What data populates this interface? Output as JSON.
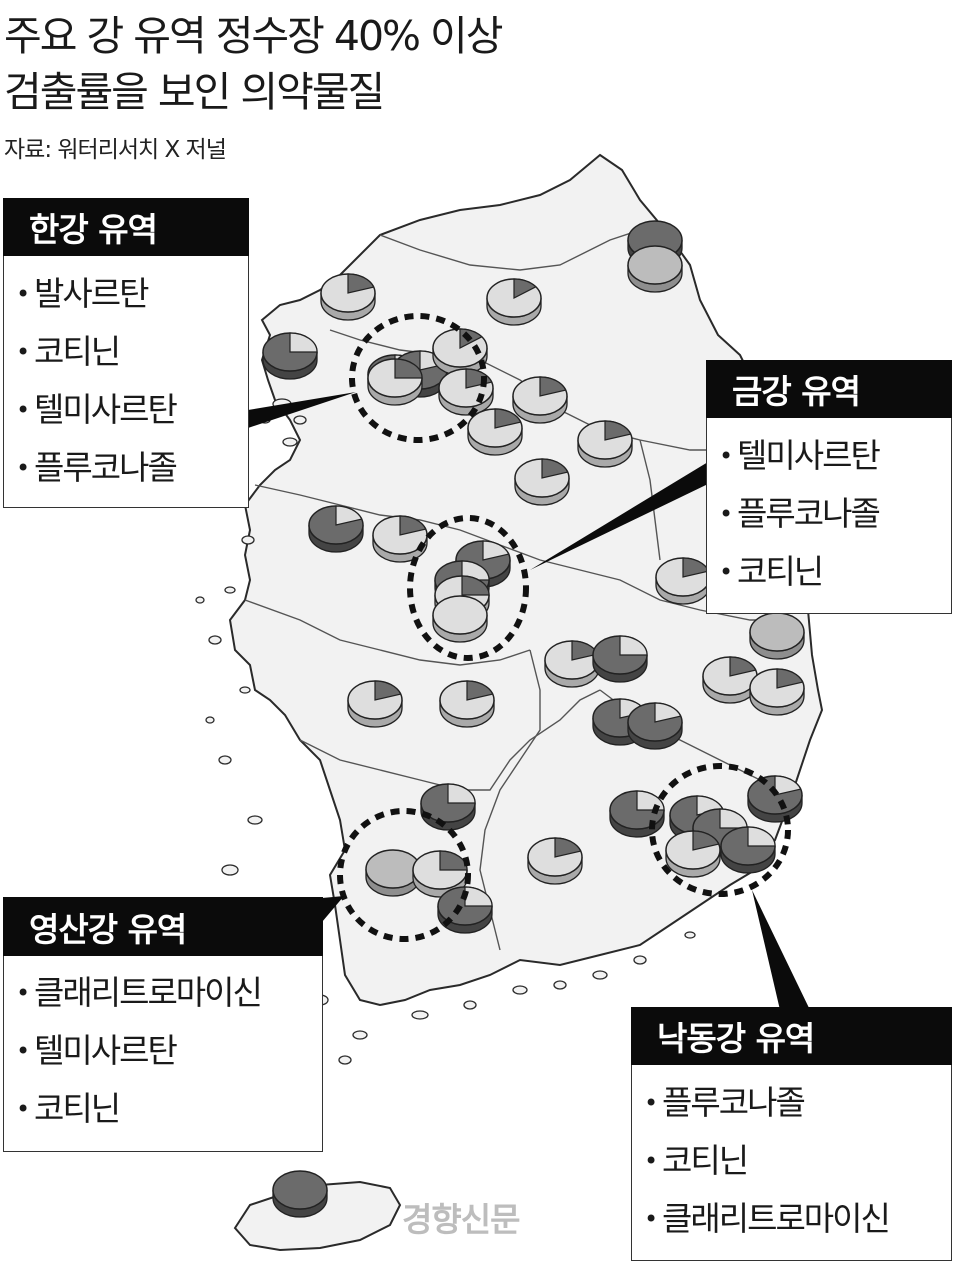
{
  "title": {
    "line1": "주요 강 유역 정수장 40% 이상",
    "line2": "검출률을 보인 의약물질"
  },
  "source": "자료: 워터리서치 X 저널",
  "regions": [
    {
      "id": "han",
      "name": "한강 유역",
      "drugs": [
        "발사르탄",
        "코티닌",
        "텔미사르탄",
        "플루코나졸"
      ]
    },
    {
      "id": "geum",
      "name": "금강 유역",
      "drugs": [
        "텔미사르탄",
        "플루코나졸",
        "코티닌"
      ]
    },
    {
      "id": "yeongsan",
      "name": "영산강 유역",
      "drugs": [
        "클래리트로마이신",
        "텔미사르탄",
        "코티닌"
      ]
    },
    {
      "id": "nakdong",
      "name": "낙동강 유역",
      "drugs": [
        "플루코나졸",
        "코티닌",
        "클래리트로마이신"
      ]
    }
  ],
  "watermark": "경향신문",
  "colors": {
    "pie_light": "#dedede",
    "pie_mid": "#bcbcbc",
    "pie_dark": "#6b6b6b",
    "land": "#f2f2f2",
    "header_bg": "#0b0b0b"
  }
}
